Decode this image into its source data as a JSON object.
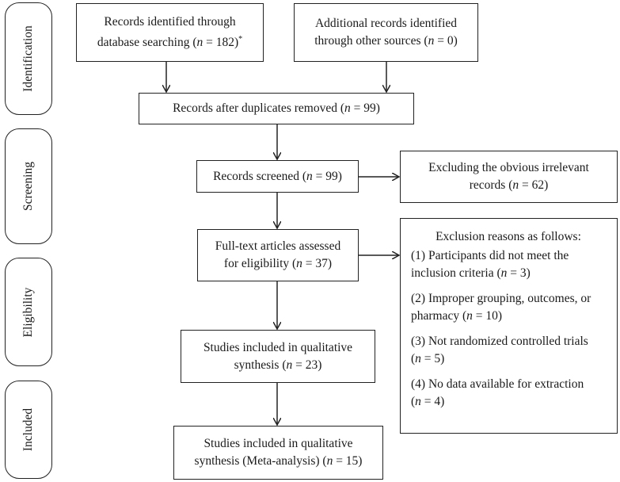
{
  "phases": {
    "identification": "Identification",
    "screening": "Screening",
    "eligibility": "Eligibility",
    "included": "Included"
  },
  "boxes": {
    "db_search": {
      "line1": "Records identified through",
      "line2_pre": "database searching (",
      "n": "n",
      "line2_post": " = 182)",
      "footnote": "*"
    },
    "other_sources": {
      "line1": "Additional records identified",
      "line2_pre": "through other sources (",
      "n": "n",
      "line2_post": " = 0)"
    },
    "duplicates_removed": {
      "pre": "Records after duplicates removed (",
      "n": "n",
      "post": " = 99)"
    },
    "screened": {
      "pre": "Records screened (",
      "n": "n",
      "post": " = 99)"
    },
    "excluded_irrelevant": {
      "line1": "Excluding the obvious irrelevant",
      "line2_pre": "records (",
      "n": "n",
      "line2_post": " = 62)"
    },
    "fulltext": {
      "line1": "Full-text articles assessed",
      "line2_pre": "for eligibility (",
      "n": "n",
      "line2_post": " = 37)"
    },
    "qualitative": {
      "line1": "Studies included in qualitative",
      "line2_pre": "synthesis (",
      "n": "n",
      "line2_post": " = 23)"
    },
    "meta": {
      "line1": "Studies included in qualitative",
      "line2_pre": "synthesis (Meta-analysis) (",
      "n": "n",
      "line2_post": " = 15)"
    },
    "exclusion_reasons": {
      "title": "Exclusion reasons as follows:",
      "reasons": [
        {
          "line1": "(1) Participants did not meet the",
          "line2_pre": "inclusion criteria (",
          "n": "n",
          "line2_post": " = 3)"
        },
        {
          "line1": "(2) Improper grouping, outcomes, or",
          "line2_pre": "pharmacy (",
          "n": "n",
          "line2_post": " = 10)"
        },
        {
          "line1": "(3) Not randomized controlled trials",
          "line2_pre": "(",
          "n": "n",
          "line2_post": " = 5)"
        },
        {
          "line1": "(4) No data available for extraction",
          "line2_pre": "(",
          "n": "n",
          "line2_post": " = 4)"
        }
      ]
    }
  }
}
